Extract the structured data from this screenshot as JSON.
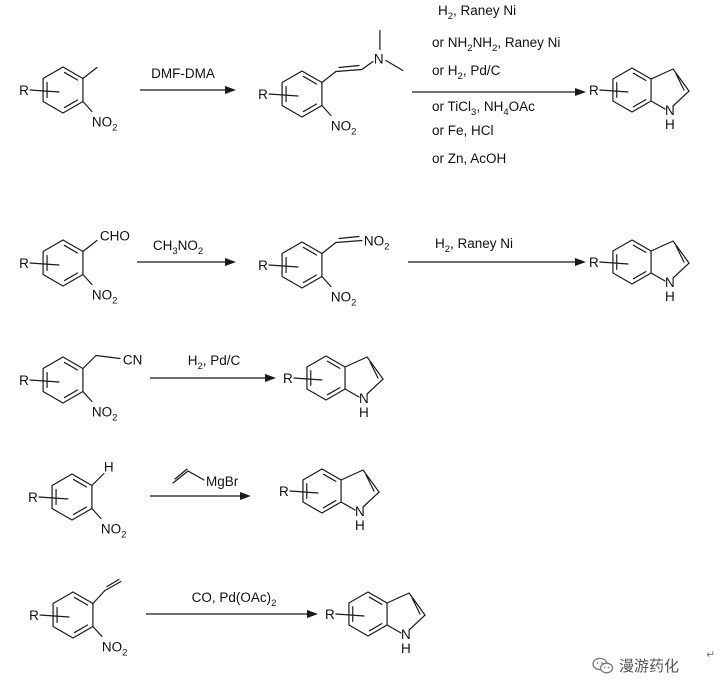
{
  "reactions": [
    {
      "substituent": "R",
      "start_substituent": "",
      "start_nitro": [
        "NO",
        "2"
      ],
      "arrow_lines_above": [
        [
          [
            "DMF-DMA",
            ""
          ]
        ]
      ],
      "intermediate_sub": "R",
      "intermediate_nitro": [
        "NO",
        "2"
      ],
      "arrow2_lines": [
        [
          [
            "H",
            ""
          ],
          [
            "2",
            "sub"
          ],
          [
            ", Raney Ni",
            ""
          ]
        ],
        [
          [
            "or NH",
            ""
          ],
          [
            "2",
            "sub"
          ],
          [
            "NH",
            ""
          ],
          [
            "2",
            "sub"
          ],
          [
            ", Raney Ni",
            ""
          ]
        ],
        [
          [
            "or H",
            ""
          ],
          [
            "2",
            "sub"
          ],
          [
            ", Pd/C",
            ""
          ]
        ],
        [
          [
            "or TiCl",
            ""
          ],
          [
            "3",
            "sub"
          ],
          [
            ", NH",
            ""
          ],
          [
            "4",
            "sub"
          ],
          [
            "OAc",
            ""
          ]
        ],
        [
          [
            "or Fe, HCl",
            ""
          ]
        ],
        [
          [
            "or Zn, AcOH",
            ""
          ]
        ]
      ],
      "product_sub": "R",
      "product_nh": "N\nH"
    },
    {
      "substituent": "R",
      "start_substituent": "CHO",
      "start_nitro": [
        "NO",
        "2"
      ],
      "arrow_lines_above": [
        [
          [
            "CH",
            ""
          ],
          [
            "3",
            "sub"
          ],
          [
            "NO",
            ""
          ],
          [
            "2",
            "sub"
          ]
        ]
      ],
      "intermediate_sub": "R",
      "intermediate_side": [
        "NO",
        "2"
      ],
      "intermediate_nitro": [
        "NO",
        "2"
      ],
      "arrow2_lines": [
        [
          [
            "H",
            ""
          ],
          [
            "2",
            "sub"
          ],
          [
            ", Raney Ni",
            ""
          ]
        ]
      ],
      "product_sub": "R",
      "product_nh": "N\nH"
    },
    {
      "substituent": "R",
      "start_substituent": "CN",
      "start_nitro": [
        "NO",
        "2"
      ],
      "arrow_lines_above": [
        [
          [
            "H",
            ""
          ],
          [
            "2",
            "sub"
          ],
          [
            ", Pd/C",
            ""
          ]
        ]
      ],
      "product_sub": "R",
      "product_nh": "N\nH"
    },
    {
      "substituent": "R",
      "start_substituent": "H",
      "start_nitro": [
        "NO",
        "2"
      ],
      "arrow_lines_above": [
        [
          [
            "MgBr",
            ""
          ]
        ]
      ],
      "product_sub": "R",
      "product_nh": "N\nH"
    },
    {
      "substituent": "R",
      "start_substituent": "",
      "start_nitro": [
        "NO",
        "2"
      ],
      "arrow_lines_above": [
        [
          [
            "CO, Pd(OAc)",
            ""
          ],
          [
            "2",
            "sub"
          ]
        ]
      ],
      "product_sub": "R",
      "product_nh": "N\nH"
    }
  ],
  "watermark": {
    "text": "漫游药化",
    "icon": "wechat-icon"
  },
  "return_mark": "↵"
}
